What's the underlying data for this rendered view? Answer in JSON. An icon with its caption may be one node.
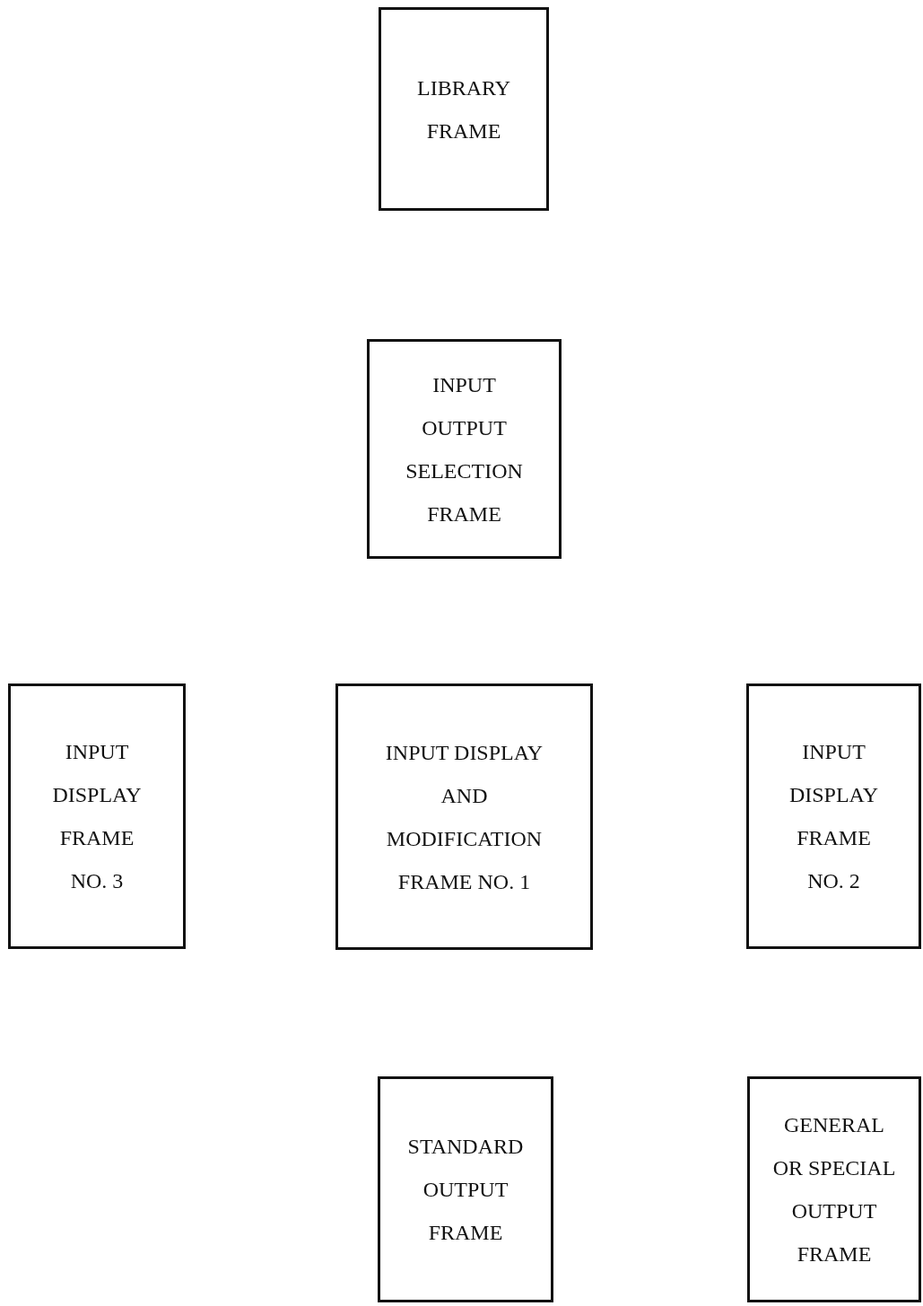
{
  "diagram": {
    "nodes": [
      {
        "text": [
          "LIBRARY FRAME"
        ]
      },
      {
        "text": [
          "INPUT OUTPUT SELECTION FRAME"
        ]
      },
      {
        "text": [
          "INPUT DISPLAY FRAME NO. 3"
        ]
      },
      {
        "text": [
          "INPUT DISPLAY AND MODIFICATION FRAME NO. 1"
        ]
      },
      {
        "text": [
          "INPUT DISPLAY FRAME NO. 2"
        ]
      },
      {
        "text": [
          "STANDARD OUTPUT FRAME"
        ]
      },
      {
        "text": [
          "GENERAL OR SPECIAL OUTPUT FRAME"
        ]
      }
    ]
  }
}
